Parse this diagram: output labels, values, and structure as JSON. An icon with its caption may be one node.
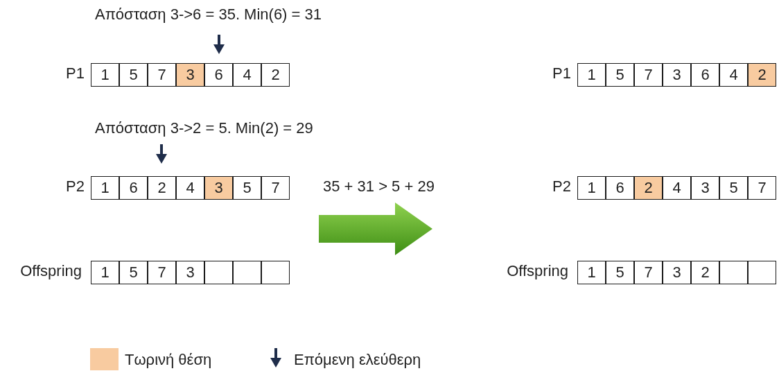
{
  "diagram": {
    "nodes": [
      {
        "text": [
          "1"
        ]
      },
      {
        "text": [
          "5"
        ]
      },
      {
        "text": [
          "7"
        ]
      },
      {
        "text": [
          "3"
        ]
      },
      {
        "text": [
          "6"
        ]
      },
      {
        "text": [
          "4"
        ]
      },
      {
        "text": [
          "2"
        ]
      },
      {
        "text": [
          "1"
        ]
      },
      {
        "text": [
          "5"
        ]
      },
      {
        "text": [
          "7"
        ]
      },
      {
        "text": [
          "3"
        ]
      },
      {
        "text": [
          "6"
        ]
      },
      {
        "text": [
          "4"
        ]
      },
      {
        "text": [
          "2"
        ]
      },
      {
        "text": [
          "1"
        ]
      },
      {
        "text": [
          "6"
        ]
      },
      {
        "text": [
          "2"
        ]
      },
      {
        "text": [
          "4"
        ]
      },
      {
        "text": [
          "3"
        ]
      },
      {
        "text": [
          "5"
        ]
      },
      {
        "text": [
          "7"
        ]
      },
      {
        "text": [
          "1"
        ]
      },
      {
        "text": [
          "6"
        ]
      },
      {
        "text": [
          "2"
        ]
      },
      {
        "text": [
          "4"
        ]
      },
      {
        "text": [
          "3"
        ]
      },
      {
        "text": [
          "5"
        ]
      },
      {
        "text": [
          "7"
        ]
      },
      {
        "text": [
          "1"
        ]
      },
      {
        "text": [
          "5"
        ]
      },
      {
        "text": [
          "7"
        ]
      },
      {
        "text": [
          "3"
        ]
      },
      {
        "text": [],
        "shape": "box"
      },
      {
        "text": [],
        "shape": "box"
      },
      {
        "text": [],
        "shape": "box"
      },
      {
        "text": [
          "1"
        ]
      },
      {
        "text": [
          "5"
        ]
      },
      {
        "text": [
          "7"
        ]
      },
      {
        "text": [
          "3"
        ]
      },
      {
        "text": [
          "2"
        ]
      },
      {
        "text": [],
        "shape": "box"
      },
      {
        "text": [],
        "shape": "box"
      }
    ],
    "edges": [],
    "labels": [
      "Απόσταση 3->6 = 35. Min(6) = 31",
      "P1",
      "P1",
      "Απόσταση 3->2 = 5. Min(2) = 29",
      "P2",
      "35 + 31 > 5 + 29",
      "P2",
      "Offspring",
      "Offspring"
    ],
    "legend": [
      {
        "text": "Τωρινή θέση",
        "color": "#f8cba0"
      },
      {
        "text": "Επόμενη ελεύθερη"
      }
    ]
  }
}
